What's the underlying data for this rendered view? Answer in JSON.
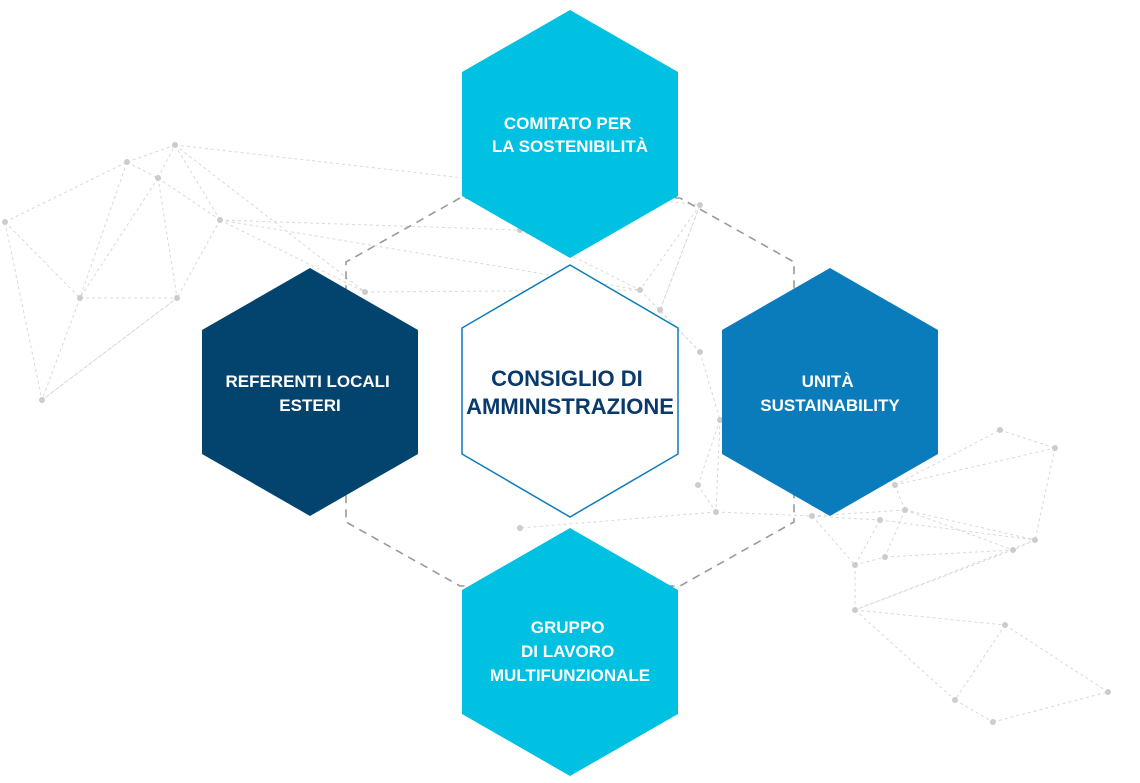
{
  "colors": {
    "top": "#00c1e2",
    "left": "#03446f",
    "right": "#0a7cbc",
    "bottom": "#00c1e2",
    "center_stroke": "#0a7cbc",
    "center_text": "#0a3a6b",
    "dashed_outline": "#9a9a9a",
    "network": "#d9d9d9"
  },
  "nodes": {
    "top": {
      "lines": [
        "COMITATO PER",
        "LA SOSTENIBILITÀ"
      ]
    },
    "left": {
      "lines": [
        "REFERENTI LOCALI",
        "ESTERI"
      ]
    },
    "center": {
      "lines": [
        "CONSIGLIO DI",
        "AMMINISTRAZIONE"
      ]
    },
    "right": {
      "lines": [
        "UNITÀ",
        "SUSTAINABILITY"
      ]
    },
    "bottom": {
      "lines": [
        "GRUPPO",
        "DI LAVORO",
        "MULTIFUNZIONALE"
      ]
    }
  }
}
